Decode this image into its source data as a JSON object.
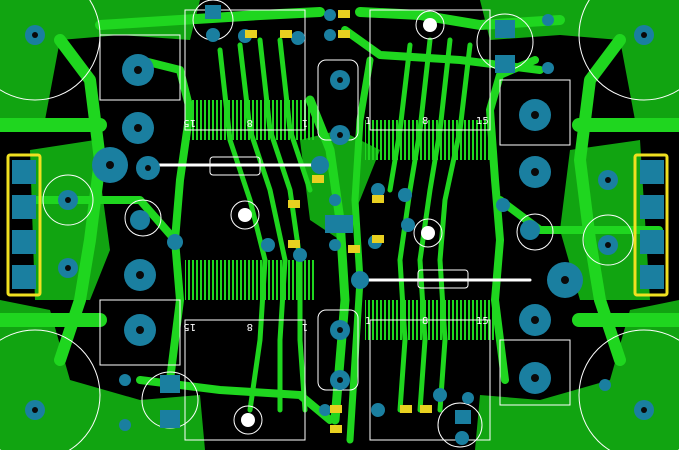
{
  "colors": {
    "background": "#000000",
    "copper_pour": "#11a411",
    "trace": "#1fd61f",
    "pad": "#1a7fa0",
    "drill": "#0a0a0a",
    "silkscreen": "#ffffff",
    "connector_outline": "#f0e020",
    "smd_pad": "#e8d020"
  },
  "silkscreen": {
    "ic_top_left_pin15": "15",
    "ic_top_left_pin8": "8",
    "ic_top_left_pin1": "1",
    "ic_mid_right_pin1": "1",
    "ic_mid_right_pin8": "8",
    "ic_mid_right_pin15": "15",
    "ic_bottom_left_pin15": "15",
    "ic_bottom_left_pin8": "8",
    "ic_bottom_left_pin1": "1",
    "ic_bottom_right_pin1": "1",
    "ic_bottom_right_pin8": "8",
    "ic_bottom_right_pin15": "15"
  }
}
